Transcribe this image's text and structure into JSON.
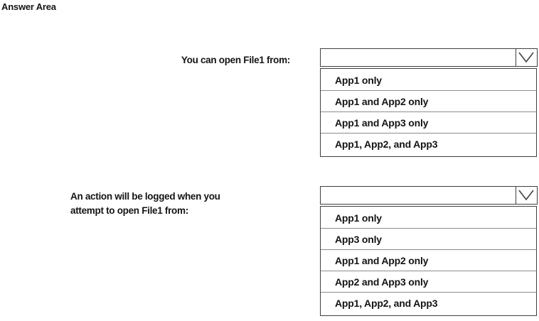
{
  "page": {
    "title": "Answer Area"
  },
  "questions": [
    {
      "label_lines": [
        "You can open File1 from:"
      ],
      "dropdown": {
        "selected": "",
        "arrow_icon": "chevron-down-icon",
        "options": [
          "App1 only",
          "App1 and App2 only",
          "App1 and App3 only",
          "App1, App2, and App3"
        ]
      }
    },
    {
      "label_lines": [
        "An action will be logged when you",
        "attempt to open File1 from:"
      ],
      "dropdown": {
        "selected": "",
        "arrow_icon": "chevron-down-icon",
        "options": [
          "App1 only",
          "App3 only",
          "App1 and App2 only",
          "App2 and App3 only",
          "App1, App2, and App3"
        ]
      }
    }
  ],
  "colors": {
    "border": "#3f3f3f",
    "separator": "#8c8c8c",
    "background": "#ffffff",
    "text": "#141414"
  }
}
